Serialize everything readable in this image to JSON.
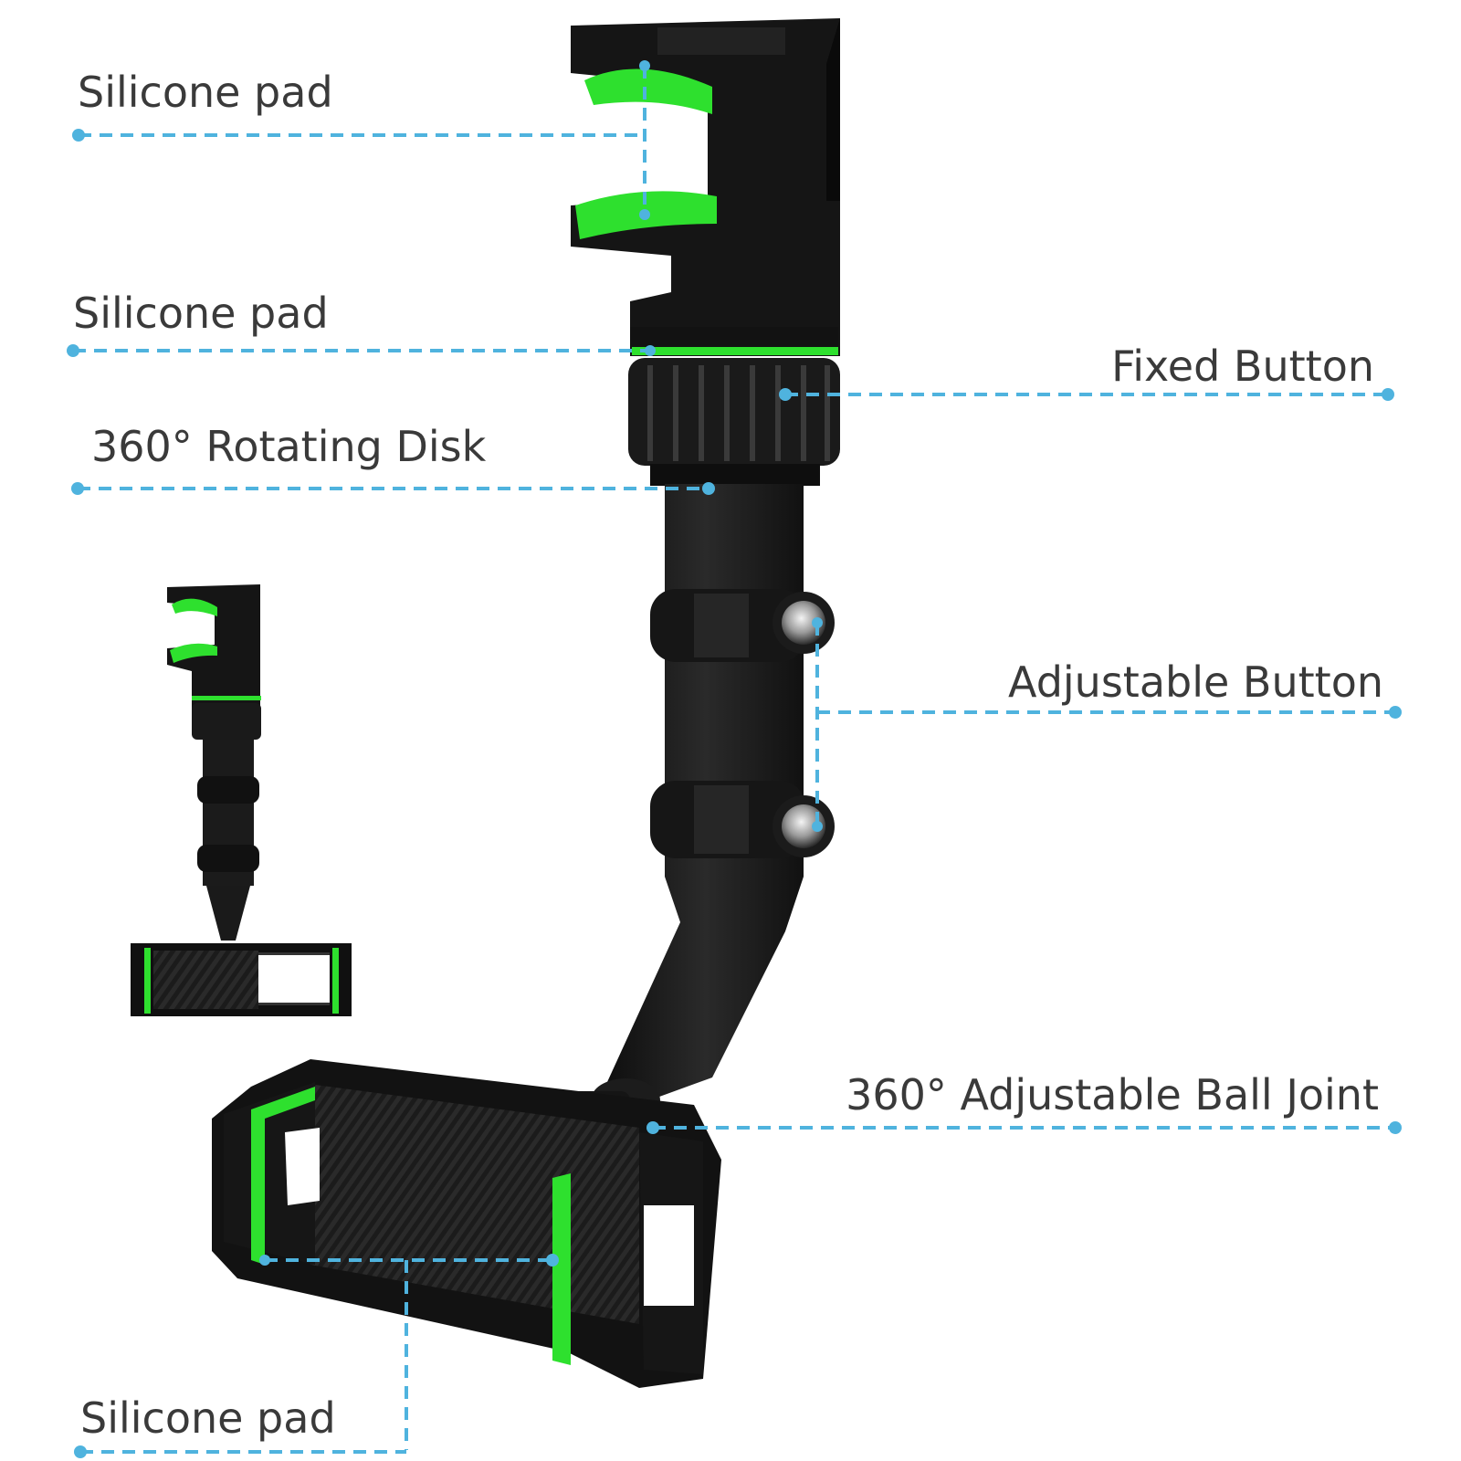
{
  "colors": {
    "leader": "#4fb3de",
    "accent_green": "#2ee02e",
    "body_black": "#141414",
    "body_dark": "#1f1f1f",
    "label_text": "#3a3a3a",
    "background": "#ffffff"
  },
  "labels": {
    "silicone_pad_top": "Silicone pad",
    "silicone_pad_mid": "Silicone pad",
    "rotating_disk": "360° Rotating Disk",
    "fixed_button": "Fixed Button",
    "adjustable_button": "Adjustable Button",
    "ball_joint": "360° Adjustable Ball Joint",
    "silicone_pad_bottom": "Silicone pad"
  }
}
